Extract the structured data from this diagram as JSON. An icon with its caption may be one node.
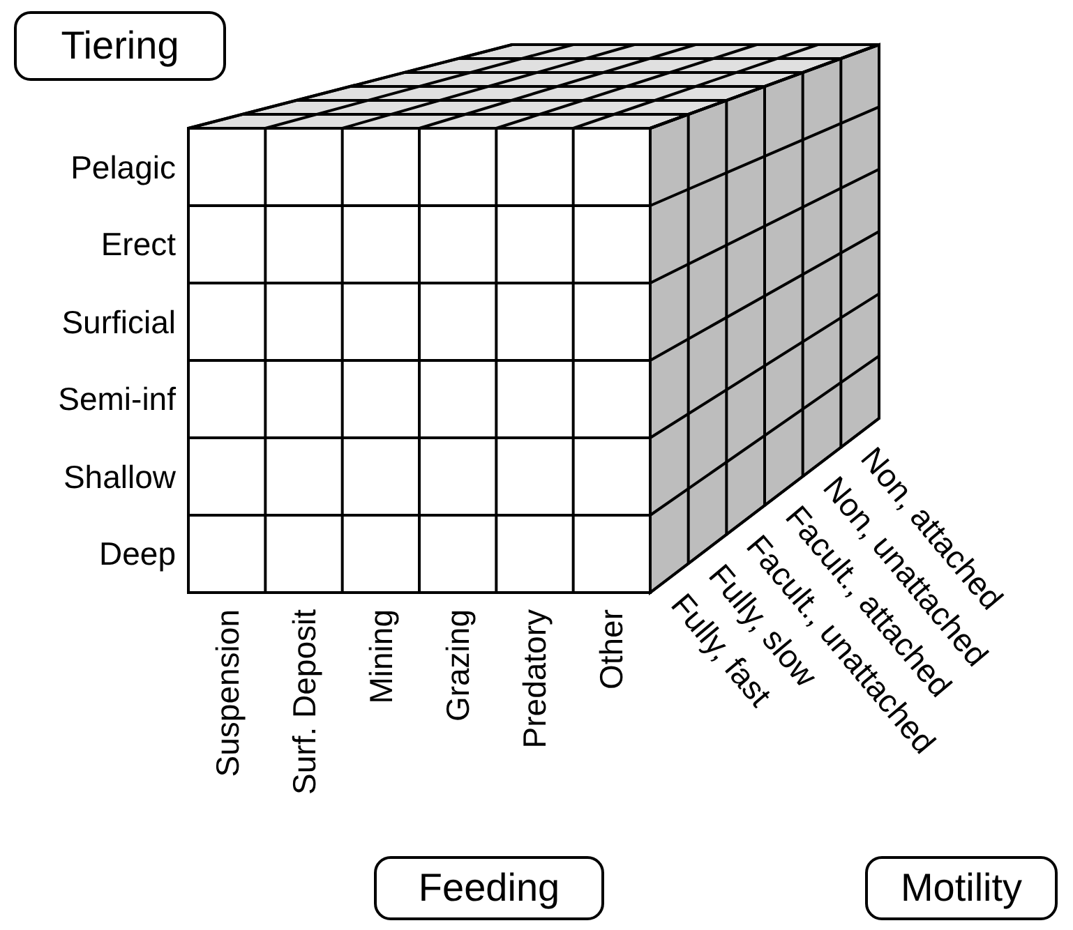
{
  "diagram": {
    "nodes": [
      {
        "text": [
          "Tiering"
        ]
      },
      {
        "text": [
          "Feeding"
        ]
      },
      {
        "text": [
          "Motility"
        ]
      }
    ],
    "labels": [
      "Pelagic",
      "Erect",
      "Surficial",
      "Semi-inf",
      "Shallow",
      "Deep",
      "Suspension",
      "Surf. Deposit",
      "Mining",
      "Grazing",
      "Predatory",
      "Other",
      "Fully, fast",
      "Fully, slow",
      "Facult., unattached",
      "Facult., attached",
      "Non, unattached",
      "Non, attached"
    ]
  }
}
